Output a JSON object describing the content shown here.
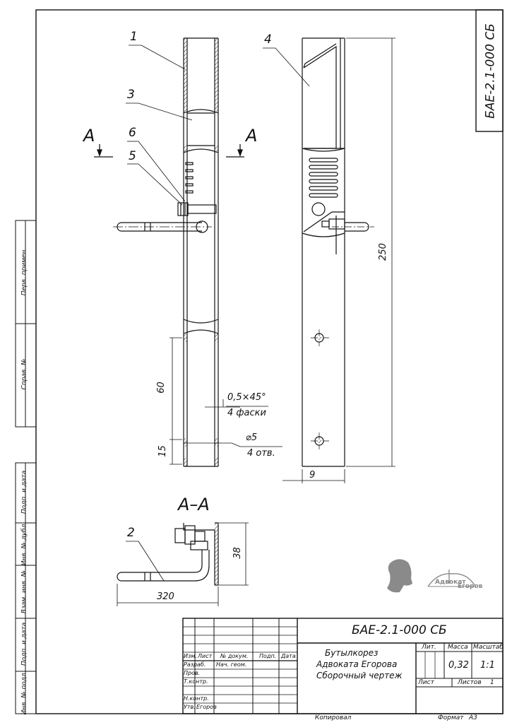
{
  "sheet": {
    "doc_code": "БАЕ-2.1-000 СБ",
    "doc_code_vertical": "БАЕ-2.1-000 СБ",
    "copied_label": "Копировал",
    "format_label": "Формат",
    "format_value": "А3"
  },
  "left_margin": {
    "perv_primen": "Перв. примен.",
    "sprav_no": "Справ. №",
    "podp_data_top": "Подп. и дата",
    "inv_dubl": "Инв. № дубл.",
    "vzam_inv": "Взам. инв. №",
    "podp_data_bottom": "Подп. и дата",
    "inv_podl": "Инв. № подл."
  },
  "drawing": {
    "callouts": [
      "1",
      "2",
      "3",
      "4",
      "5",
      "6"
    ],
    "section_letter": "А",
    "section_title": "А–А",
    "dims": {
      "d60": "60",
      "d15": "15",
      "d250": "250",
      "d9": "9",
      "d38": "38",
      "d320": "320",
      "chamfer": "0,5×45°",
      "chamfer_note": "4 фаски",
      "hole": "⌀5",
      "hole_note": "4 отв."
    }
  },
  "logo": {
    "text_top": "Адвокат",
    "text_bottom": "Егоров"
  },
  "title_block": {
    "designation": "БАЕ-2.1-000 СБ",
    "name_line1": "Бутылкорез",
    "name_line2": "Адвоката Егорова",
    "name_line3": "Сборочный чертеж",
    "col_izm": "Изм.",
    "col_list": "Лист",
    "col_docum": "№ докум.",
    "col_podp": "Подп.",
    "col_data": "Дата",
    "row_razrab": "Разраб.",
    "razrab_name": "Нач. геом.",
    "row_prov": "Пров.",
    "row_tkontr": "Т.контр.",
    "row_nkontr": "Н.контр.",
    "row_utv": "Утв.",
    "utv_name": "Егоров",
    "lit_label": "Лит.",
    "massa_label": "Масса",
    "masshtab_label": "Масштаб",
    "massa_value": "0,32",
    "masshtab_value": "1:1",
    "list_label": "Лист",
    "listov_label": "Листов",
    "listov_value": "1"
  }
}
